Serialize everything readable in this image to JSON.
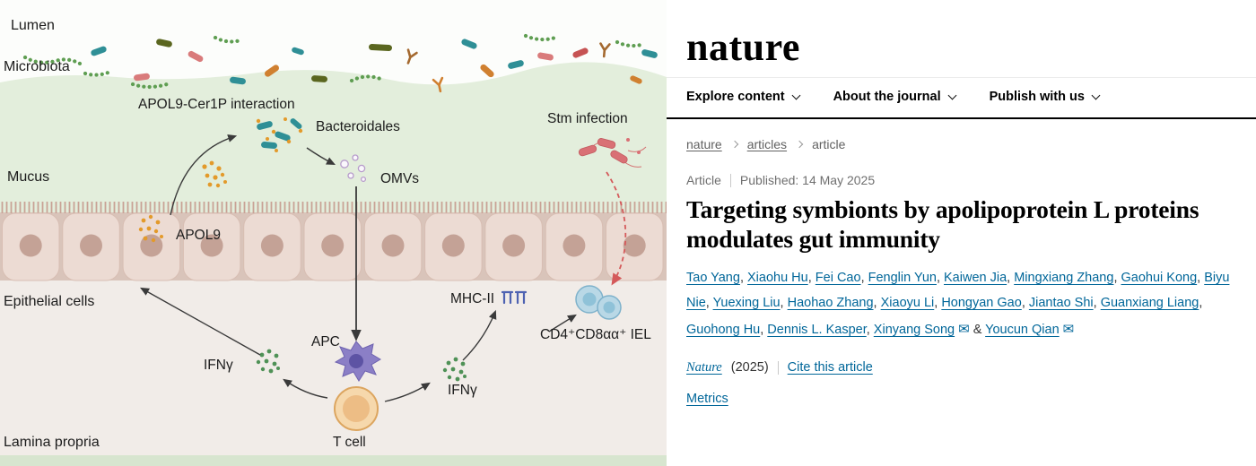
{
  "figure": {
    "labels": {
      "lumen": "Lumen",
      "microbiota": "Microbiota",
      "apol9_cer1p": "APOL9-Cer1P interaction",
      "bacteroidales": "Bacteroidales",
      "mucus": "Mucus",
      "omvs": "OMVs",
      "apol9": "APOL9",
      "stm_infection": "Stm infection",
      "epithelial_cells": "Epithelial cells",
      "mhc2": "MHC-II",
      "iel": "CD4⁺CD8αα⁺ IEL",
      "ifng_left": "IFNγ",
      "apc": "APC",
      "ifng_right": "IFNγ",
      "t_cell": "T cell",
      "lamina_propria": "Lamina propria"
    },
    "palette": {
      "mucus_green": "#e3eedc",
      "epithelium_pink": "#ecdbd3",
      "apol9_orange": "#e39a2b",
      "ifng_green": "#4f9156",
      "stm_red": "#d97075",
      "bacteroidales_teal": "#2f8f96"
    }
  },
  "site": {
    "logo": "nature",
    "nav": [
      {
        "label": "Explore content"
      },
      {
        "label": "About the journal"
      },
      {
        "label": "Publish with us"
      }
    ],
    "breadcrumb": [
      {
        "label": "nature"
      },
      {
        "label": "articles"
      },
      {
        "label": "article"
      }
    ],
    "icons": {
      "email": "✉"
    },
    "article": {
      "type": "Article",
      "published": "Published: 14 May 2025",
      "title": "Targeting symbionts by apolipoprotein L proteins modulates gut immunity",
      "authors": [
        {
          "name": "Tao Yang"
        },
        {
          "name": "Xiaohu Hu"
        },
        {
          "name": "Fei Cao"
        },
        {
          "name": "Fenglin Yun"
        },
        {
          "name": "Kaiwen Jia"
        },
        {
          "name": "Mingxiang Zhang"
        },
        {
          "name": "Gaohui Kong"
        },
        {
          "name": "Biyu Nie"
        },
        {
          "name": "Yuexing Liu"
        },
        {
          "name": "Haohao Zhang"
        },
        {
          "name": "Xiaoyu Li"
        },
        {
          "name": "Hongyan Gao"
        },
        {
          "name": "Jiantao Shi"
        },
        {
          "name": "Guanxiang Liang"
        },
        {
          "name": "Guohong Hu"
        },
        {
          "name": "Dennis L. Kasper"
        },
        {
          "name": "Xinyang Song",
          "email": true
        },
        {
          "name": "Youcun Qian",
          "email": true
        }
      ],
      "journal": "Nature",
      "year": "(2025)",
      "cite_label": "Cite this article",
      "metrics_label": "Metrics"
    }
  }
}
